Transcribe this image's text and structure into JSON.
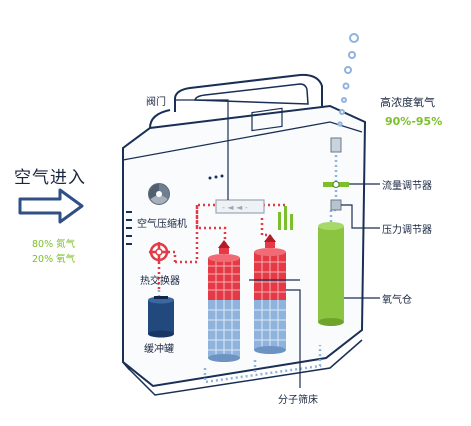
{
  "labels": {
    "air_in": "空气进入",
    "gas_n2": "80% 氮气",
    "gas_o2": "20% 氧气",
    "valve": "阀门",
    "compressor": "空气压缩机",
    "heat_exchanger": "热交换器",
    "buffer_tank": "缓冲罐",
    "sieve_bed": "分子筛床",
    "high_o2": "高浓度氧气",
    "high_o2_pct": "90%-95%",
    "flow_regulator": "流量调节器",
    "pressure_regulator": "压力调节器",
    "o2_tank": "氧气仓"
  },
  "colors": {
    "outline": "#1a2f55",
    "arrow": "#2f4f86",
    "green": "#7bbf2a",
    "red": "#e53945",
    "blue": "#8fb3dc",
    "navy": "#22497e"
  }
}
